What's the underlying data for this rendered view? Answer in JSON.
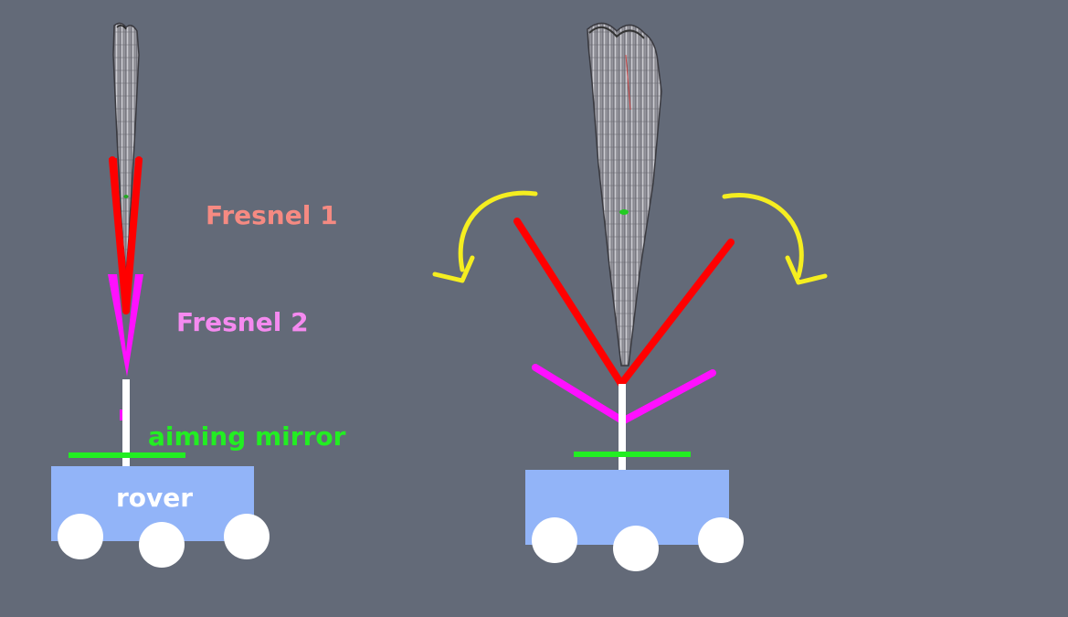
{
  "labels": {
    "fresnel1": "Fresnel 1",
    "fresnel2": "Fresnel 2",
    "aiming_mirror": "aiming mirror",
    "rover": "rover"
  },
  "colors": {
    "background": "#636a78",
    "fresnel1": "#ff0000",
    "fresnel2": "#ff10ff",
    "fresnel1_label": "#f58a82",
    "fresnel2_label": "#f58af0",
    "aiming_mirror": "#22ee22",
    "rover_body": "#92b4f8",
    "wheel": "#ffffff",
    "mast": "#ffffff",
    "rotation_arrow": "#f5ee20",
    "beam": "#b0b0b8"
  },
  "icons": {
    "rotation_arrows": "curved-arrow-icon"
  }
}
